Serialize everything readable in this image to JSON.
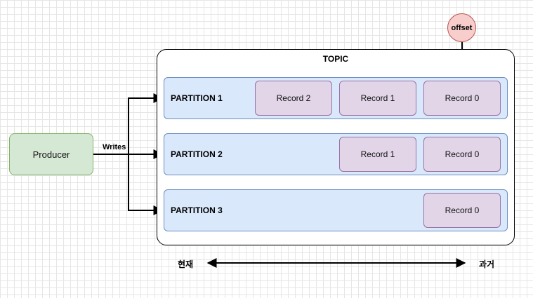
{
  "producer": {
    "label": "Producer"
  },
  "edge_label": "Writes",
  "topic": {
    "title": "TOPIC",
    "partitions": [
      {
        "label": "PARTITION 1",
        "records": [
          "Record 2",
          "Record 1",
          "Record 0"
        ]
      },
      {
        "label": "PARTITION 2",
        "records": [
          "Record 1",
          "Record 0"
        ]
      },
      {
        "label": "PARTITION 3",
        "records": [
          "Record 0"
        ]
      }
    ]
  },
  "offset": {
    "label": "offset"
  },
  "timeline": {
    "left_label": "현재",
    "right_label": "과거"
  },
  "colors": {
    "producer_fill": "#d5e8d4",
    "partition_fill": "#dae8fc",
    "record_fill": "#e1d5e7",
    "offset_fill": "#f8cecc"
  }
}
